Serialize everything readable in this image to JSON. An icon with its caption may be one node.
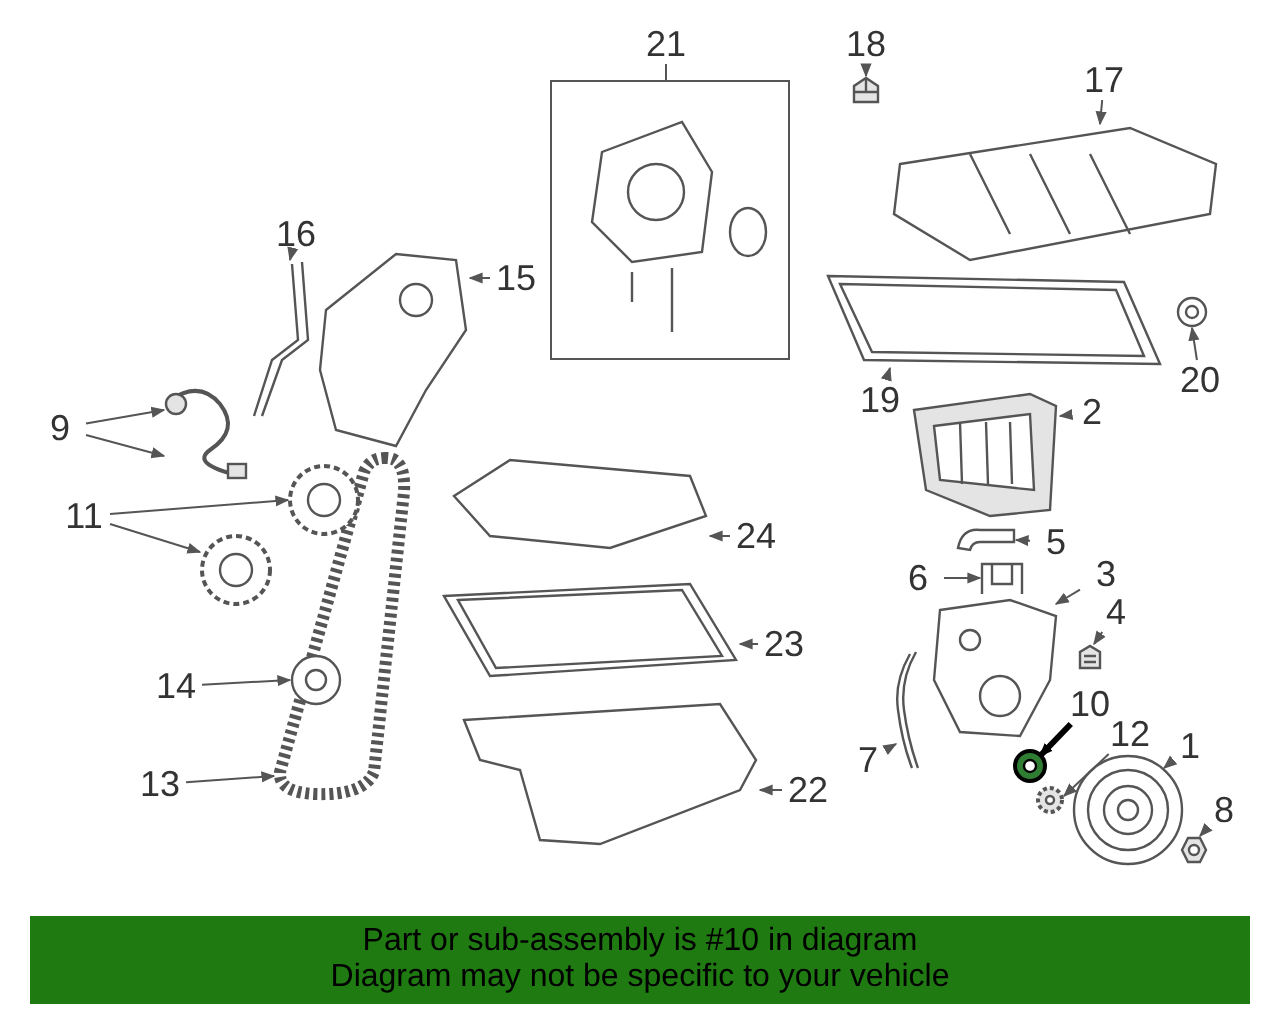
{
  "diagram": {
    "nodes": [
      {
        "text": [
          "1"
        ]
      },
      {
        "text": [
          "2"
        ]
      },
      {
        "text": [
          "3"
        ]
      },
      {
        "text": [
          "4"
        ]
      },
      {
        "text": [
          "5"
        ]
      },
      {
        "text": [
          "6"
        ]
      },
      {
        "text": [
          "7"
        ]
      },
      {
        "text": [
          "8"
        ]
      },
      {
        "text": [
          "9"
        ]
      },
      {
        "text": [
          "10"
        ]
      },
      {
        "text": [
          "11"
        ]
      },
      {
        "text": [
          "12"
        ]
      },
      {
        "text": [
          "13"
        ]
      },
      {
        "text": [
          "14"
        ]
      },
      {
        "text": [
          "15"
        ]
      },
      {
        "text": [
          "16"
        ]
      },
      {
        "text": [
          "17"
        ]
      },
      {
        "text": [
          "18"
        ]
      },
      {
        "text": [
          "19"
        ]
      },
      {
        "text": [
          "20"
        ]
      },
      {
        "text": [
          "21"
        ]
      },
      {
        "text": [
          "22"
        ]
      },
      {
        "text": [
          "23"
        ]
      },
      {
        "text": [
          "24"
        ]
      },
      {
        "text": [],
        "shape": "picture"
      },
      {
        "text": [],
        "shape": "picture"
      },
      {
        "text": [],
        "shape": "picture"
      },
      {
        "text": [],
        "shape": "picture"
      },
      {
        "text": [],
        "shape": "picture"
      },
      {
        "text": [],
        "shape": "picture"
      },
      {
        "text": [],
        "shape": "picture"
      },
      {
        "text": [],
        "shape": "picture"
      },
      {
        "text": [],
        "shape": "picture"
      },
      {
        "text": [],
        "shape": "picture"
      },
      {
        "text": [],
        "shape": "picture"
      },
      {
        "text": [],
        "shape": "picture",
        "in": 37
      },
      {
        "text": [],
        "shape": "picture"
      },
      {
        "text": [],
        "shape": "picture"
      },
      {
        "text": [],
        "shape": "picture",
        "in": 37
      },
      {
        "text": [],
        "shape": "picture"
      },
      {
        "text": [],
        "shape": "picture"
      },
      {
        "text": [],
        "shape": "picture"
      },
      {
        "text": [],
        "shape": "picture"
      },
      {
        "text": [],
        "shape": "picture"
      },
      {
        "text": [],
        "shape": "picture"
      },
      {
        "text": [],
        "shape": "box"
      },
      {
        "text": [],
        "shape": "picture",
        "in": 45
      },
      {
        "text": [],
        "shape": "picture"
      },
      {
        "text": [],
        "shape": "picture"
      },
      {
        "text": [],
        "shape": "picture"
      },
      {
        "text": [
          "Part or sub-assembly is #10 in diagram",
          "Diagram may not be specific to your vehicle"
        ]
      }
    ],
    "edges": [
      {
        "from": 0,
        "to": 24,
        "arrow": "to"
      },
      {
        "from": 1,
        "to": 25,
        "arrow": "to"
      },
      {
        "from": 2,
        "to": 26,
        "arrow": "to"
      },
      {
        "from": 3,
        "to": 27,
        "arrow": "to"
      },
      {
        "from": 4,
        "to": 28,
        "arrow": "to"
      },
      {
        "from": 5,
        "to": 29,
        "arrow": "to"
      },
      {
        "from": 6,
        "to": 30,
        "arrow": "to"
      },
      {
        "from": 7,
        "to": 31,
        "arrow": "to"
      },
      {
        "from": 8,
        "to": 32,
        "arrow": "to"
      },
      {
        "from": 8,
        "to": 32,
        "arrow": "to"
      },
      {
        "from": 9,
        "to": 33,
        "arrow": "to",
        "style": "thick",
        "color": "#000000"
      },
      {
        "from": 10,
        "to": 34,
        "arrow": "to"
      },
      {
        "from": 10,
        "to": 35,
        "arrow": "to"
      },
      {
        "from": 11,
        "to": 36,
        "arrow": "to"
      },
      {
        "from": 12,
        "to": 37,
        "arrow": "to"
      },
      {
        "from": 13,
        "to": 38,
        "arrow": "to"
      },
      {
        "from": 14,
        "to": 39,
        "arrow": "to"
      },
      {
        "from": 15,
        "to": 40,
        "arrow": "to"
      },
      {
        "from": 16,
        "to": 41,
        "arrow": "to"
      },
      {
        "from": 17,
        "to": 42,
        "arrow": "to"
      },
      {
        "from": 18,
        "to": 43,
        "arrow": "to"
      },
      {
        "from": 19,
        "to": 44,
        "arrow": "to"
      },
      {
        "from": 20,
        "to": 45,
        "arrow": "none"
      },
      {
        "from": 21,
        "to": 47,
        "arrow": "to"
      },
      {
        "from": 22,
        "to": 48,
        "arrow": "to"
      },
      {
        "from": 23,
        "to": 49,
        "arrow": "to"
      }
    ]
  }
}
